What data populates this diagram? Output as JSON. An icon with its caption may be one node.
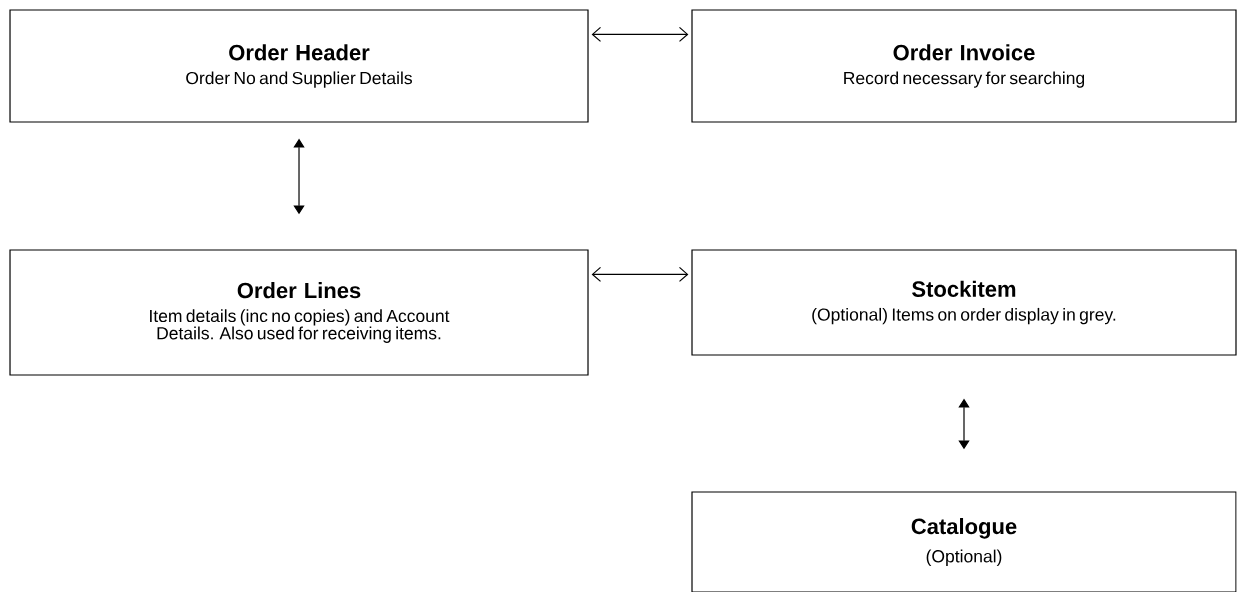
{
  "diagram": {
    "nodes": [
      {
        "text": [
          "Order Header",
          "Order No and Supplier Details"
        ]
      },
      {
        "text": [
          "Order Invoice",
          "Record necessary for searching"
        ]
      },
      {
        "text": [
          "Order Lines",
          "Item details (inc no copies) and Account Details. Also used for receiving items."
        ]
      },
      {
        "text": [
          "Stockitem",
          "(Optional) Items on order display in grey."
        ]
      },
      {
        "text": [
          "Catalogue",
          "(Optional)"
        ]
      }
    ],
    "edges": [
      {
        "from": 0,
        "to": 1,
        "arrow": "both"
      },
      {
        "from": 0,
        "to": 2,
        "arrow": "both"
      },
      {
        "from": 2,
        "to": 3,
        "arrow": "both"
      },
      {
        "from": 3,
        "to": 4,
        "arrow": "both"
      }
    ]
  }
}
